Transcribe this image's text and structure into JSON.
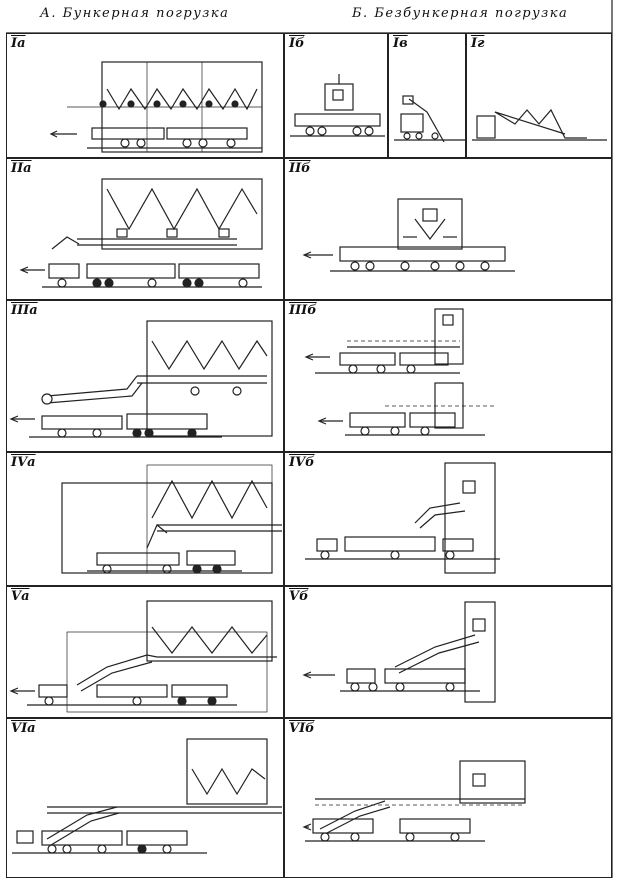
{
  "header": {
    "a": "А. Бункерная погрузка",
    "b": "Б. Безбункерная погрузка"
  },
  "panels": {
    "Ia": "Iа",
    "Ib": "Iб",
    "Iv": "Iв",
    "Ig": "Iг",
    "IIa": "IIа",
    "IIb": "IIб",
    "IIIa": "IIIа",
    "IIIb": "IIIб",
    "IVa": "IVа",
    "IVb": "IVб",
    "Va": "Vа",
    "Vb": "Vб",
    "VIa": "VIа",
    "VIb": "VIб"
  }
}
